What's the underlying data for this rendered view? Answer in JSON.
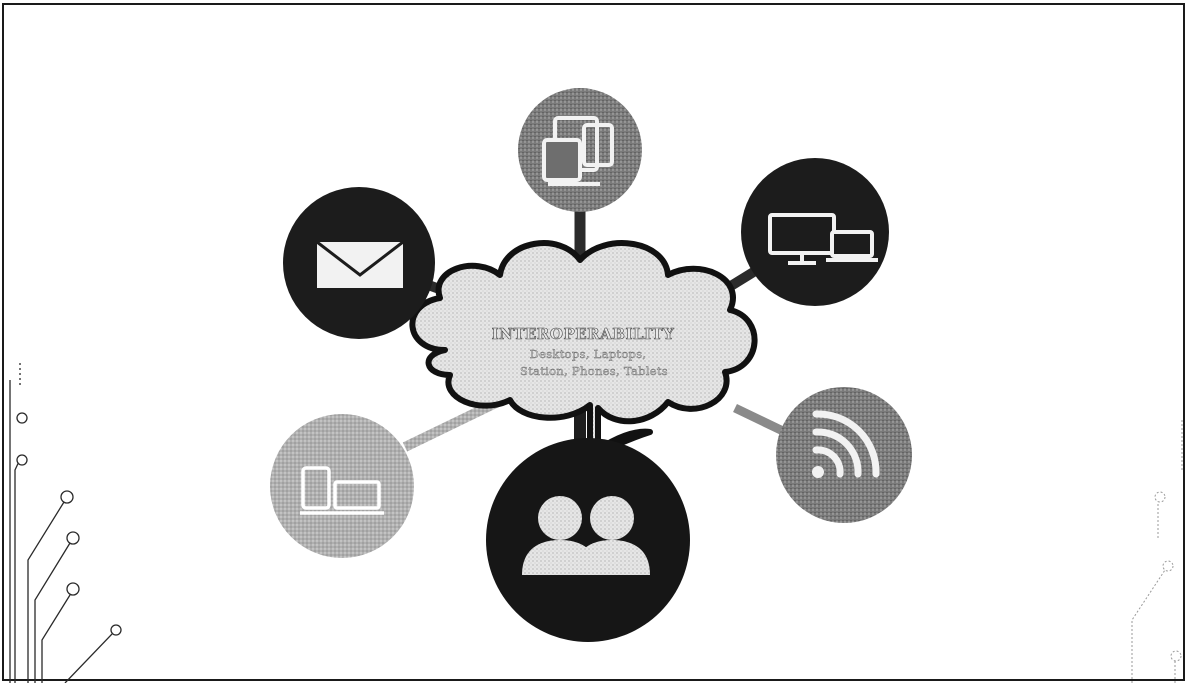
{
  "diagram": {
    "center": {
      "title": "INTEROPERABILITY",
      "subtitle_line1": "Desktops, Laptops,",
      "subtitle_line2": "Station, Phones, Tablets"
    },
    "nodes": [
      {
        "id": "devices-top",
        "icon": "devices-icon",
        "tone": "mid"
      },
      {
        "id": "email",
        "icon": "envelope-icon",
        "tone": "dark"
      },
      {
        "id": "desktop-laptop",
        "icon": "desktop-laptop-icon",
        "tone": "dark"
      },
      {
        "id": "devices-left",
        "icon": "devices-icon",
        "tone": "light"
      },
      {
        "id": "wifi",
        "icon": "wifi-icon",
        "tone": "mid"
      },
      {
        "id": "users",
        "icon": "users-icon",
        "tone": "dark"
      }
    ],
    "colors": {
      "dark": "#1c1c1c",
      "mid": "#6e6e6e",
      "light": "#a9a9a9",
      "cloud_fill": "#e4e4e4",
      "cloud_outline": "#0f0f0f"
    }
  }
}
